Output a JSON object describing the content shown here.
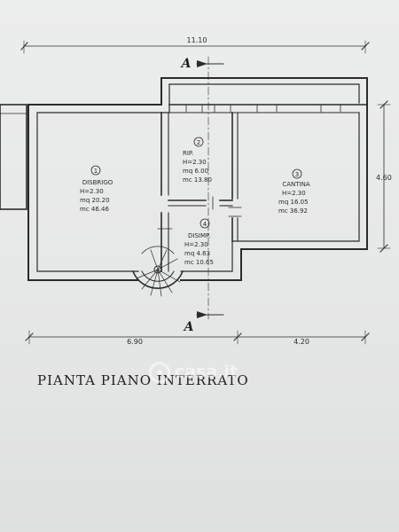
{
  "plan": {
    "title": "PIANTA PIANO INTERRATO",
    "section_marker": "A",
    "dimensions": {
      "overall_width": "11.10",
      "right_height": "4.60",
      "bottom_left": "6.90",
      "bottom_right": "4.20"
    },
    "rooms": [
      {
        "number": "1",
        "name": "DISBRIGO",
        "height": "H=2.30",
        "area": "mq  20.20",
        "volume": "mc  46.46"
      },
      {
        "number": "2",
        "name": "RIP.",
        "height": "H=2.30",
        "area": "mq  6.00",
        "volume": "mc  13.80"
      },
      {
        "number": "3",
        "name": "CANTINA",
        "height": "H=2.30",
        "area": "mq  16.05",
        "volume": "mc  36.92"
      },
      {
        "number": "4",
        "name": "DISIMP.",
        "height": "H=2.30",
        "area": "mq  4.63",
        "volume": "mc  10.65"
      }
    ]
  },
  "watermark": {
    "text": "casa.it",
    "icon": "casa-logo-icon"
  },
  "colors": {
    "paper": "#e9eaea",
    "ink": "#2a2a2a"
  }
}
